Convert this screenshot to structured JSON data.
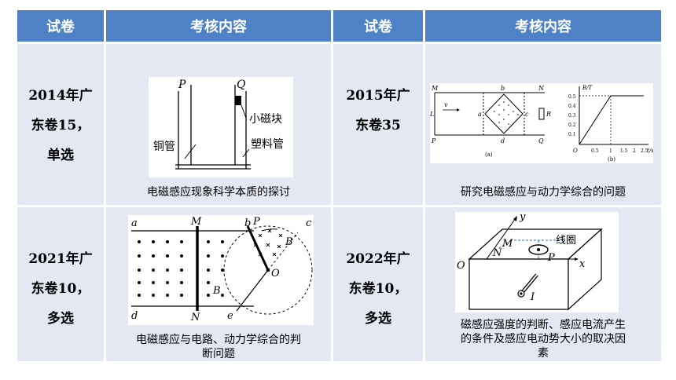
{
  "header": {
    "col1": "试卷",
    "col2": "考核内容",
    "col3": "试卷",
    "col4": "考核内容"
  },
  "rows": [
    {
      "left": {
        "exam_line1": "2014年广",
        "exam_line2": "东卷15，",
        "exam_line3": "单选",
        "caption": "电磁感应现象科学本质的探讨",
        "fig_labels": {
          "p": "P",
          "q": "Q",
          "magnet": "小磁块",
          "copper": "铜管",
          "plastic": "塑料管"
        }
      },
      "right": {
        "exam_line1": "2015年广",
        "exam_line2": "东卷35",
        "caption": "研究电磁感应与动力学综合的问题",
        "fig_labels": {
          "m": "M",
          "b": "b",
          "n": "N",
          "l": "L",
          "v": "v",
          "a": "a",
          "c": "c",
          "r": "R",
          "p": "P",
          "d": "d",
          "q": "Q",
          "cap_a": "(a)",
          "cap_b": "(b)",
          "axis_b": "B/T",
          "axis_t": "t/s",
          "y1": "0.5",
          "y2": "0.4",
          "y3": "0.3",
          "y4": "0.2",
          "y5": "0.1",
          "x0": "O",
          "x1": "0.5",
          "x2": "1",
          "x3": "1.5",
          "x4": "2",
          "x5": "2.5"
        }
      }
    },
    {
      "left": {
        "exam_line1": "2021年广",
        "exam_line2": "东卷10，",
        "exam_line3": "多选",
        "caption_line1": "电磁感应与电路、动力学综合的判",
        "caption_line2": "断问题",
        "fig_labels": {
          "a": "a",
          "m": "M",
          "b": "b",
          "p": "P",
          "c": "c",
          "bigb": "B",
          "bigb2": "B",
          "o": "O",
          "d": "d",
          "n": "N",
          "e": "e"
        }
      },
      "right": {
        "exam_line1": "2022年广",
        "exam_line2": "东卷10，",
        "exam_line3": "多选",
        "caption_line1": "磁感应强度的判断、感应电流产生",
        "caption_line2": "的条件及感应电动势大小的取决因",
        "caption_line3": "素",
        "fig_labels": {
          "y": "y",
          "m": "M",
          "coil": "线圈",
          "n": "N",
          "p": "P",
          "o": "O",
          "x": "x",
          "i": "I"
        }
      }
    }
  ]
}
